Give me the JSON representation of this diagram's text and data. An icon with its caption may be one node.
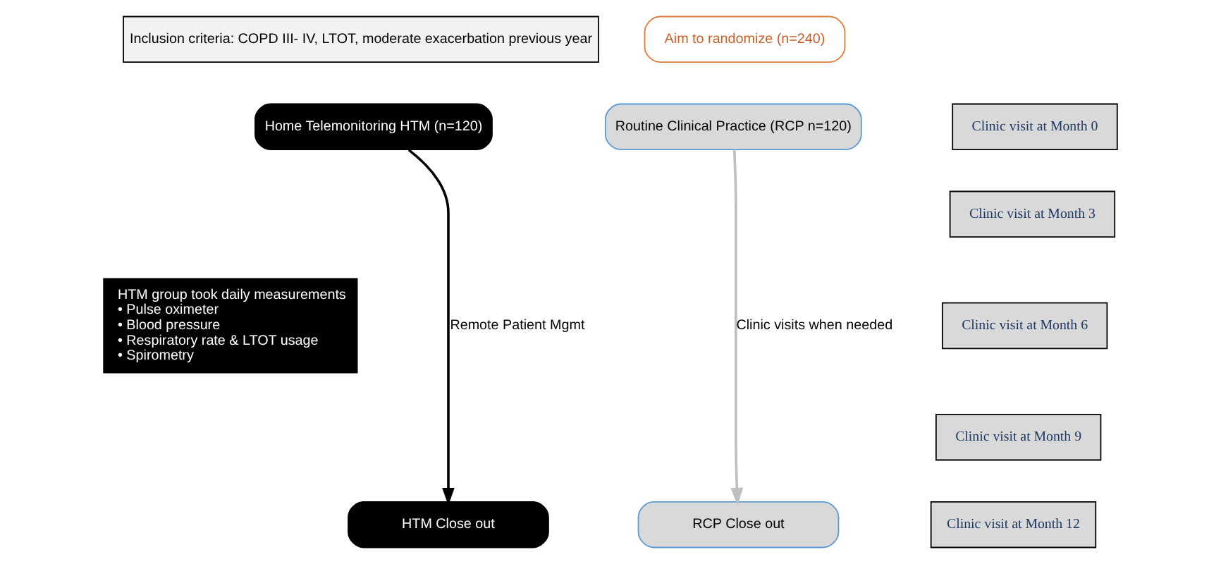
{
  "diagram": {
    "nodes": [
      {
        "text": [
          "Inclusion criteria: COPD III- IV, LTOT, moderate exacerbation previous year"
        ]
      },
      {
        "text": [
          "Aim to randomize (n=240)"
        ]
      },
      {
        "text": [
          "Home Telemonitoring HTM (n=120)"
        ]
      },
      {
        "text": [
          "Routine Clinical Practice (RCP n=120)"
        ]
      },
      {
        "text": [
          "Clinic visit at Month 0"
        ]
      },
      {
        "text": [
          "HTM group took daily measurements",
          "• Pulse oximeter",
          "• Blood pressure",
          "• Respiratory rate & LTOT usage",
          "• Spirometry"
        ]
      },
      {
        "text": [
          "Clinic visit at Month 3"
        ]
      },
      {
        "text": [
          "Clinic visit at Month 6"
        ]
      },
      {
        "text": [
          "Clinic visit at Month 9"
        ]
      },
      {
        "text": [
          "HTM Close out"
        ]
      },
      {
        "text": [
          "RCP Close out"
        ]
      },
      {
        "text": [
          "Clinic visit at Month 12"
        ]
      }
    ],
    "edges": [
      {
        "from": 2,
        "to": 9,
        "arrow": "to",
        "label": "Remote Patient Mgmt"
      },
      {
        "from": 3,
        "to": 10,
        "arrow": "to",
        "label": "Clinic visits when needed",
        "color": "#bfbfbf"
      }
    ]
  }
}
